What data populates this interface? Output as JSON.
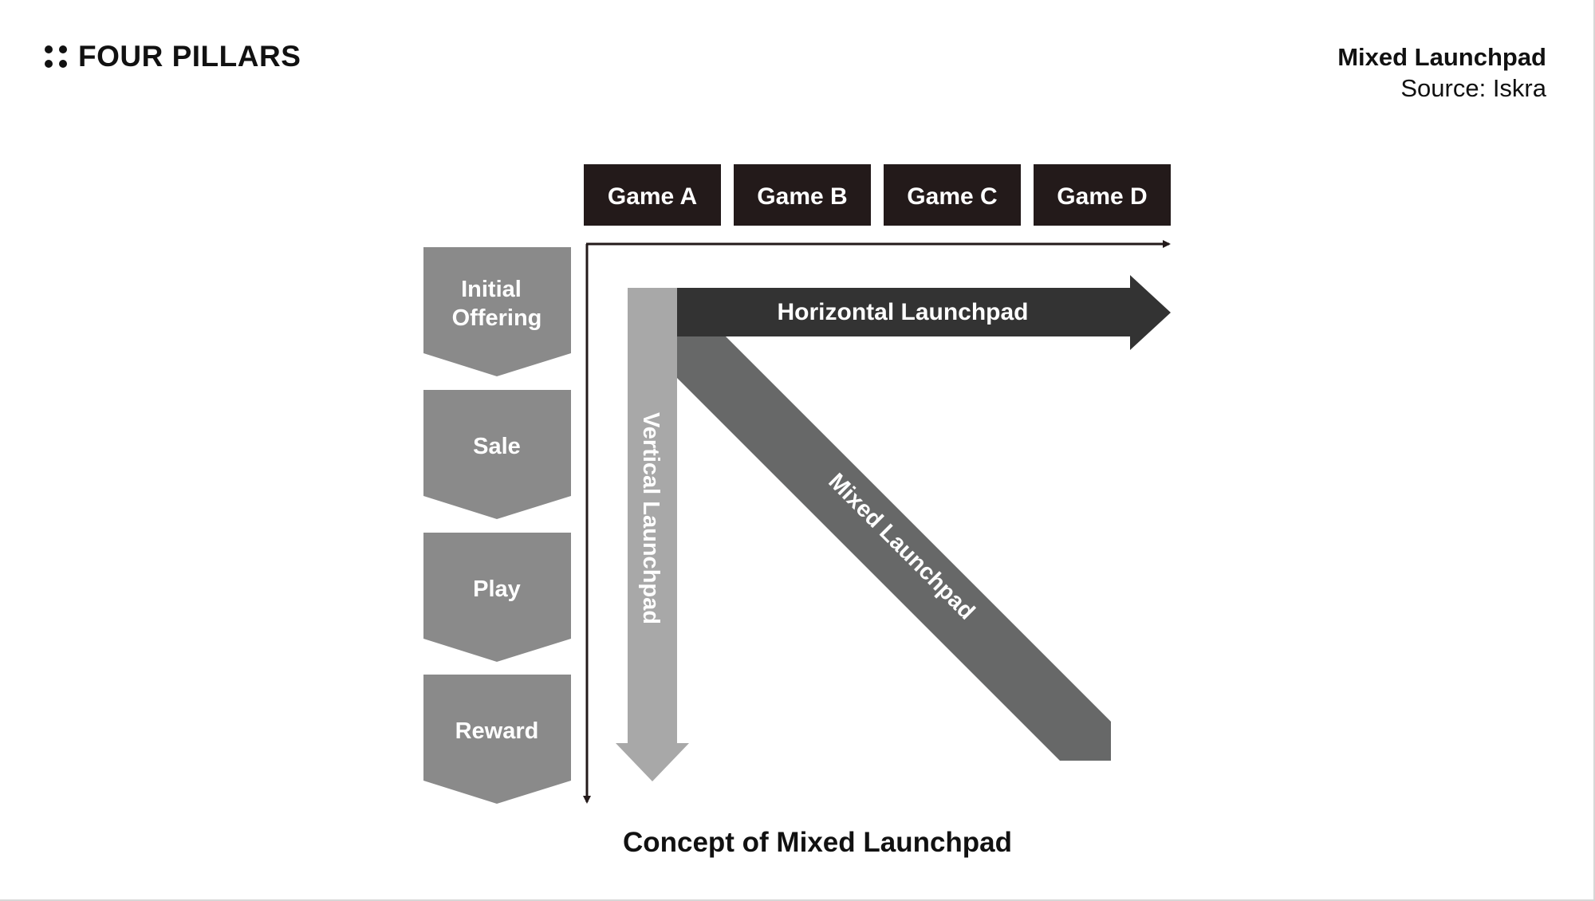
{
  "header": {
    "brand_name": "FOUR PILLARS",
    "title": "Mixed Launchpad",
    "source": "Source: Iskra"
  },
  "diagram": {
    "games": [
      "Game A",
      "Game B",
      "Game C",
      "Game D"
    ],
    "stages": [
      [
        "Initial",
        "Offering"
      ],
      [
        "Sale"
      ],
      [
        "Play"
      ],
      [
        "Reward"
      ]
    ],
    "arrows": {
      "horizontal": "Horizontal Launchpad",
      "vertical": "Vertical Launchpad",
      "mixed": "Mixed Launchpad"
    },
    "caption": "Concept of Mixed Launchpad"
  },
  "colors": {
    "game_box": "#231a1a",
    "stage_box": "#8a8a8a",
    "horizontal_arrow": "#333333",
    "vertical_arrow": "#a8a8a8",
    "mixed_arrow": "#676868",
    "axis": "#231a1a"
  }
}
